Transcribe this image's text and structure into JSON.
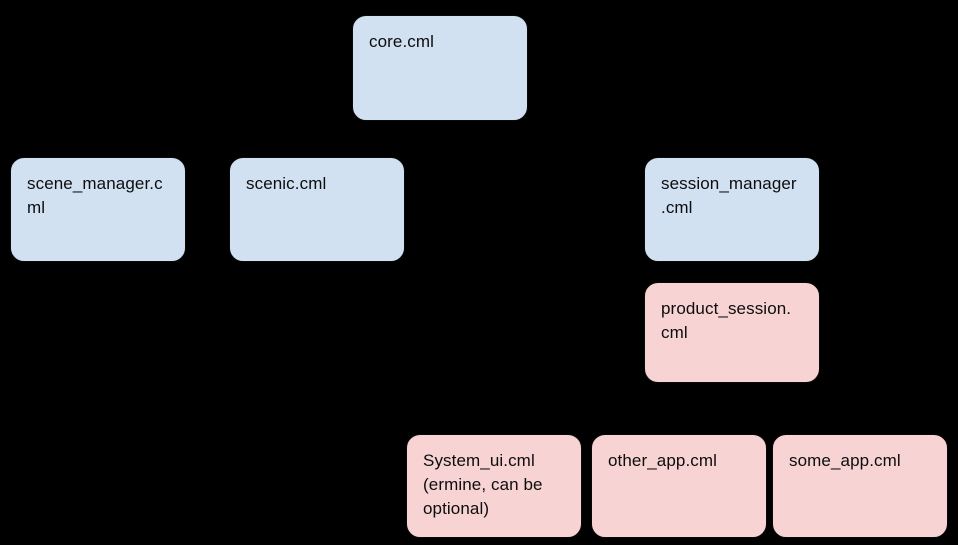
{
  "diagram": {
    "background_color": "#000000",
    "palette": {
      "blue_fill": "#d1e1f2",
      "pink_fill": "#f7d3d3",
      "border": "#0a0a0a",
      "text": "#0d0d0d"
    },
    "nodes": [
      {
        "id": "core",
        "label": "core.cml",
        "color": "blue"
      },
      {
        "id": "scene_manager",
        "label": "scene_manager.c\nml",
        "color": "blue"
      },
      {
        "id": "scenic",
        "label": "scenic.cml",
        "color": "blue"
      },
      {
        "id": "session_manager",
        "label": "session_manager\n.cml",
        "color": "blue"
      },
      {
        "id": "product_session",
        "label": "product_session.\ncml",
        "color": "pink"
      },
      {
        "id": "system_ui",
        "label": "System_ui.cml\n(ermine, can be\noptional)",
        "color": "pink"
      },
      {
        "id": "other_app",
        "label": "other_app.cml",
        "color": "pink"
      },
      {
        "id": "some_app",
        "label": "some_app.cml",
        "color": "pink"
      }
    ]
  }
}
